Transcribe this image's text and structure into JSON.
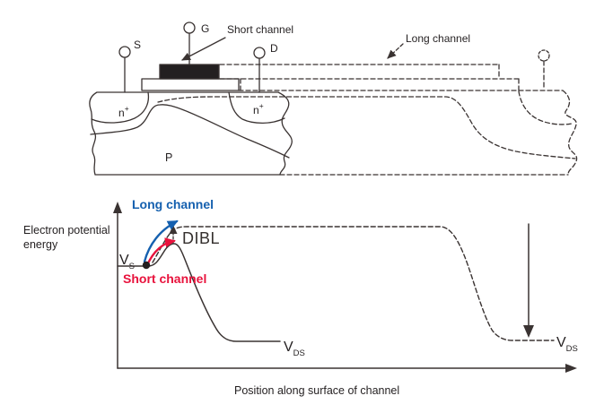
{
  "figure": {
    "background": "#ffffff",
    "line_color": "#3a3332",
    "text_color": "#231f20",
    "accent_blue": "#1560af",
    "accent_red": "#e8123c"
  },
  "device": {
    "source_label": "S",
    "gate_label": "G",
    "drain_label": "D",
    "short_channel_label": "Short channel",
    "long_channel_label": "Long channel",
    "n_plus_base": "n",
    "n_plus_sup": "+",
    "p_label": "P"
  },
  "plot": {
    "y_label_line1": "Electron potential",
    "y_label_line2": "energy",
    "x_label": "Position along surface of channel",
    "long_channel_label": "Long channel",
    "short_channel_label": "Short channel",
    "dibl_label": "DIBL",
    "vs_base": "V",
    "vs_sub": "S",
    "vds_short_base": "V",
    "vds_short_sub": "DS",
    "vds_long_base": "V",
    "vds_long_sub": "DS"
  }
}
